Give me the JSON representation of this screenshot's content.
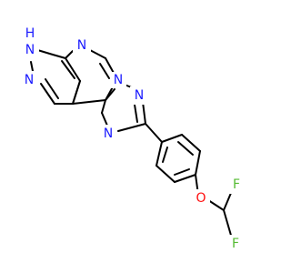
{
  "atoms": [
    {
      "id": "n_pyr_h",
      "label": "N",
      "sub": "H",
      "color": "#1a1aff"
    },
    {
      "id": "n_pyr",
      "label": "N",
      "color": "#1a1aff"
    },
    {
      "id": "n_pym_top",
      "label": "N",
      "color": "#1a1aff"
    },
    {
      "id": "n_bridge",
      "label": "N",
      "color": "#1a1aff"
    },
    {
      "id": "n_tri_top",
      "label": "N",
      "color": "#1a1aff"
    },
    {
      "id": "n_tri_left",
      "label": "N",
      "color": "#1a1aff"
    },
    {
      "id": "o_ether",
      "label": "O",
      "color": "#ff0d0d"
    },
    {
      "id": "f_top",
      "label": "F",
      "color": "#55bb33"
    },
    {
      "id": "f_bottom",
      "label": "F",
      "color": "#55bb33"
    }
  ]
}
